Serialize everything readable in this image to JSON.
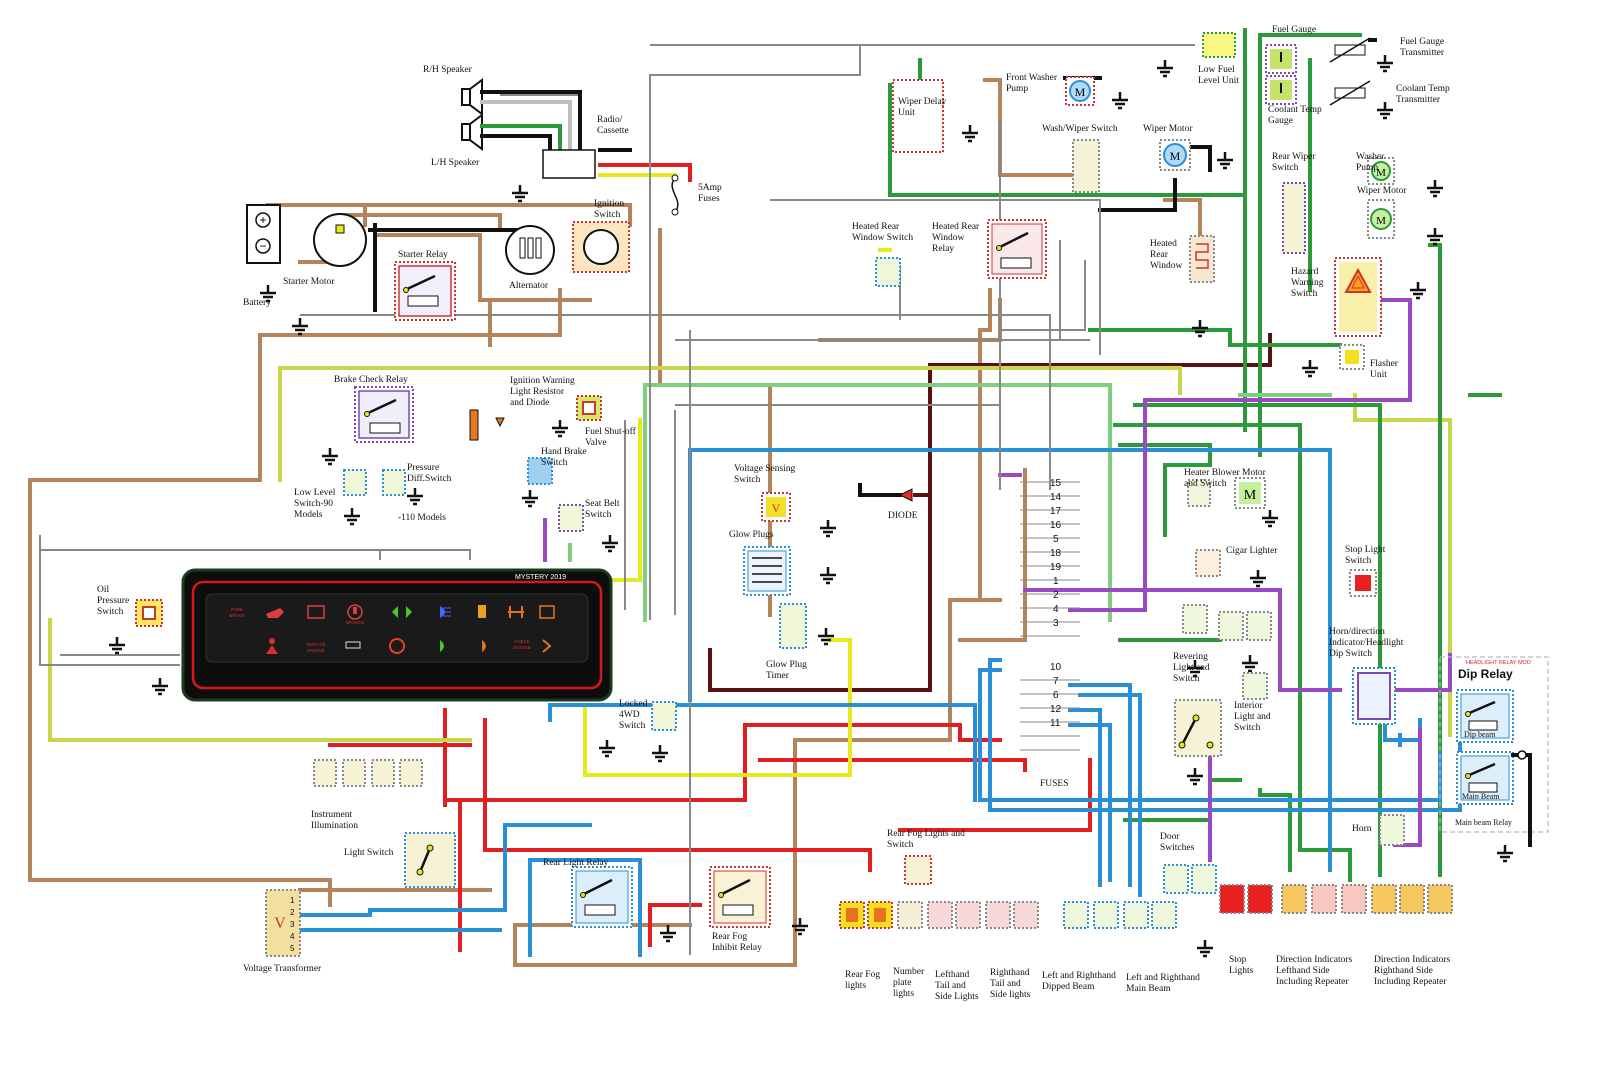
{
  "components": {
    "rh_speaker": "R/H Speaker",
    "lh_speaker": "L/H Speaker",
    "radio": "Radio/\nCassette",
    "fuses_5amp": "5Amp\nFuses",
    "ignition_switch": "Ignition\nSwitch",
    "battery": "Battery",
    "starter_motor": "Starter Motor",
    "starter_relay": "Starter Relay",
    "alternator": "Alternator",
    "brake_check_relay": "Brake Check Relay",
    "ign_warning": "Ignition Warning\nLight Resistor\nand Diode",
    "fuel_shutoff": "Fuel Shut-off\nValve",
    "pressure_diff": "Pressure\nDiff.Switch",
    "low_level": "Low Level\nSwitch-90\nModels",
    "models_110": "-110  Models",
    "hand_brake": "Hand Brake\nSwitch",
    "seat_belt": "Seat Belt\nSwitch",
    "oil_pressure": "Oil\nPressure\nSwitch",
    "voltage_sensing": "Voltage Sensing\nSwitch",
    "diode": "DIODE",
    "glow_plugs": "Glow Plugs",
    "glow_plug_timer": "Glow Plug\nTimer",
    "locked_4wd": "Locked\n4WD\nSwitch",
    "instrument_illum": "Instrument\nIllumination",
    "light_switch": "Light Switch",
    "voltage_transformer": "Voltage Transformer",
    "rear_light_relay": "Rear Light Relay",
    "rear_fog_inhibit": "Rear Fog\nInhibit Relay",
    "rear_fog_switch": "Rear Fog Lights and\nSwitch",
    "rear_fog_lights": "Rear Fog\nlights",
    "number_plate": "Number\nplate\nlights",
    "lh_tail": "Lefthand\nTail and\nSide Lights",
    "rh_tail": "Righthand\nTail and\nSide lights",
    "dipped_beam": "Left and Righthand\nDipped Beam",
    "main_beam": "Left and Righthand\nMain Beam",
    "door_switches": "Door\nSwitches",
    "stop_lights": "Stop\nLights",
    "dir_left": "Direction Indicators\nLefthand Side\nIncluding Repeater",
    "dir_right": "Direction Indicators\nRighthand Side\nIncluding Repeater",
    "fuses": "FUSES",
    "front_washer": "Front Washer\nPump",
    "wiper_delay": "Wiper Delay\nUnit",
    "wash_wiper_switch": "Wash/Wiper Switch",
    "wiper_motor": "Wiper Motor",
    "fuel_gauge": "Fuel Gauge",
    "fuel_gauge_tx": "Fuel Gauge\nTransmitter",
    "low_fuel": "Low Fuel\nLevel Unit",
    "coolant_gauge": "Coolant Temp\nGauge",
    "coolant_tx": "Coolant Temp\nTransmitter",
    "rear_wiper_switch": "Rear Wiper\nSwitch",
    "washer_pump": "Washer\nPump",
    "wiper_motor_rear": "Wiper Motor",
    "heated_rear_switch": "Heated Rear\nWindow Switch",
    "heated_rear_relay": "Heated Rear\nWindow\nRelay",
    "heated_rear_window": "Heated\nRear\nWindow",
    "hazard_switch": "Hazard\nWarning\nSwitch",
    "flasher_unit": "Flasher\nUnit",
    "heater_blower": "Heater Blower Motor\nand Switch",
    "cigar_lighter": "Cigar Lighter",
    "stop_light_switch": "Stop Light\nSwitch",
    "reversing": "Revering\nLight and\nSwitch",
    "interior": "Interior\nLight and\nSwitch",
    "horn_switch": "Horn/direction\nIndicator/Headlight\nDip Switch",
    "horn": "Horn",
    "dip_relay": "Dip Relay",
    "headlight_mod": "HEADLIGHT RELAY MOD",
    "dip_beam": "Dip beam",
    "main_beam_relay_lbl": "Main Beam",
    "main_beam_relay": "Main beam Relay",
    "dash_title": "MYSTERY 2019"
  },
  "fuse_numbers": [
    "15",
    "14",
    "17",
    "16",
    "5",
    "18",
    "19",
    "1",
    "2",
    "4",
    "3",
    "10",
    "7",
    "6",
    "12",
    "11"
  ],
  "dash_warnings": {
    "park_brake": "PARK\nBRAKE",
    "brakes": "BRAKES",
    "service_engine": "SERVICE\nENGINE",
    "check_engine": "CHECK\nENGINE"
  },
  "transformer_pins": [
    "1",
    "2",
    "3",
    "4",
    "5"
  ],
  "colors": {
    "brown": "#b5835a",
    "red": "#e02020",
    "green": "#2a9a3a",
    "blue": "#2b8fd8",
    "yellow": "#e8e820",
    "purple": "#9a4ac0",
    "black": "#111111",
    "grey": "#bfbfbf",
    "darkred": "#5a1010",
    "white": "#f4f4f4",
    "lightgreen": "#c6e26a"
  }
}
